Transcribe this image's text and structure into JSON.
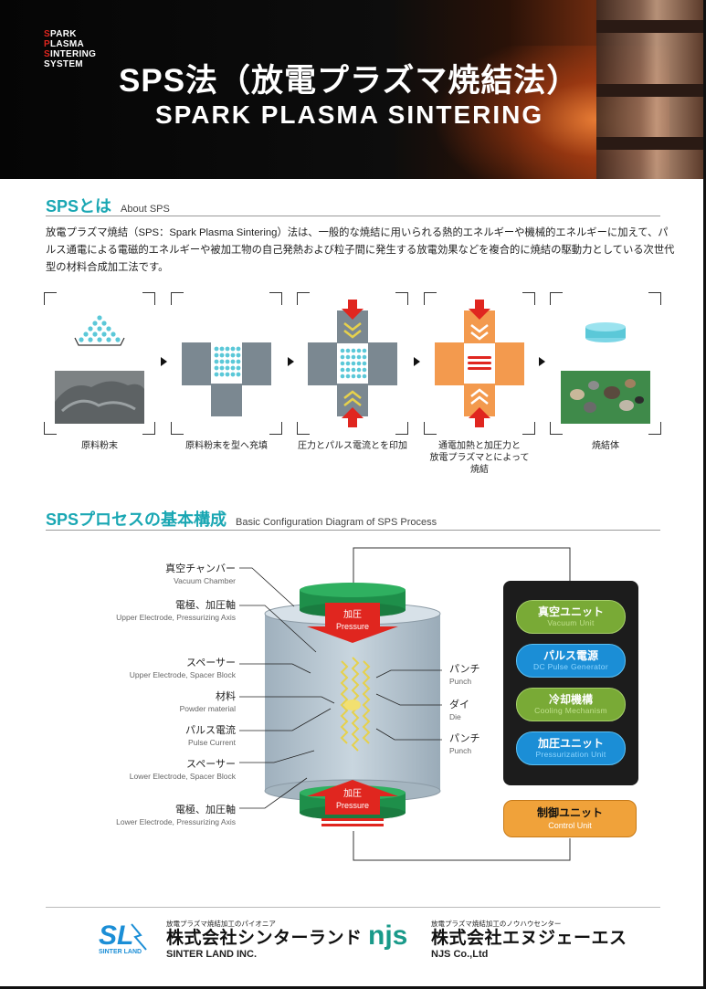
{
  "header": {
    "brand_lines": [
      {
        "initial": "S",
        "rest": "PARK"
      },
      {
        "initial": "P",
        "rest": "LASMA"
      },
      {
        "initial": "S",
        "rest": "INTERING"
      },
      {
        "initial": "",
        "rest": "SYSTEM"
      }
    ],
    "title_jp": "SPS法（放電プラズマ焼結法）",
    "title_en": "SPARK PLASMA SINTERING"
  },
  "about": {
    "heading_jp": "SPSとは",
    "heading_en": "About SPS",
    "body": "放電プラズマ焼結（SPS：Spark Plasma Sintering）法は、一般的な焼結に用いられる熱的エネルギーや機械的エネルギーに加えて、パルス通電による電磁的エネルギーや被加工物の自己発熱および粒子間に発生する放電効果などを複合的に焼結の駆動力としている次世代型の材料合成加工法です。"
  },
  "steps": [
    {
      "label": "原料粉末"
    },
    {
      "label": "原料粉末を型へ充填"
    },
    {
      "label": "圧力とパルス電流とを印加"
    },
    {
      "label": "通電加熱と加圧力と\n放電プラズマとによって\n焼結"
    },
    {
      "label": "焼結体"
    }
  ],
  "process": {
    "heading_jp": "SPSプロセスの基本構成",
    "heading_en": "Basic Configuration Diagram of SPS Process",
    "left_labels": [
      {
        "jp": "真空チャンバー",
        "en": "Vacuum Chamber"
      },
      {
        "jp": "電極、加圧軸",
        "en": "Upper Electrode, Pressurizing Axis"
      },
      {
        "jp": "スペーサー",
        "en": "Upper Electrode, Spacer Block"
      },
      {
        "jp": "材料",
        "en": "Powder material"
      },
      {
        "jp": "パルス電流",
        "en": "Pulse Current"
      },
      {
        "jp": "スペーサー",
        "en": "Lower Electrode, Spacer Block"
      },
      {
        "jp": "電極、加圧軸",
        "en": "Lower Electrode, Pressurizing Axis"
      }
    ],
    "right_labels": [
      {
        "jp": "パンチ",
        "en": "Punch"
      },
      {
        "jp": "ダイ",
        "en": "Die"
      },
      {
        "jp": "パンチ",
        "en": "Punch"
      }
    ],
    "pressure_top": {
      "jp": "加圧",
      "en": "Pressure"
    },
    "pressure_bottom": {
      "jp": "加圧",
      "en": "Pressure"
    },
    "units": [
      {
        "jp": "真空ユニット",
        "en": "Vacuum Unit",
        "color": "green"
      },
      {
        "jp": "パルス電源",
        "en": "DC Pulse Generator",
        "color": "blue"
      },
      {
        "jp": "冷却機構",
        "en": "Cooling Mechanism",
        "color": "green"
      },
      {
        "jp": "加圧ユニット",
        "en": "Pressurization Unit",
        "color": "blue"
      }
    ],
    "control": {
      "jp": "制御ユニット",
      "en": "Control Unit"
    }
  },
  "footer": {
    "company1": {
      "logo": "SL",
      "logo_sub": "SINTER LAND",
      "tag": "放電プラズマ焼結加工のパイオニア",
      "jp": "株式会社シンターランド",
      "en": "SINTER LAND INC."
    },
    "company2": {
      "logo": "njs",
      "tag": "放電プラズマ焼結加工のノウハウセンター",
      "jp": "株式会社エヌジェーエス",
      "en": "NJS Co.,Ltd"
    }
  },
  "colors": {
    "accent_teal": "#1aa7b3",
    "press_red": "#e0261f",
    "orange": "#f0a23a",
    "green": "#79aa36",
    "blue": "#1b8ed6"
  }
}
